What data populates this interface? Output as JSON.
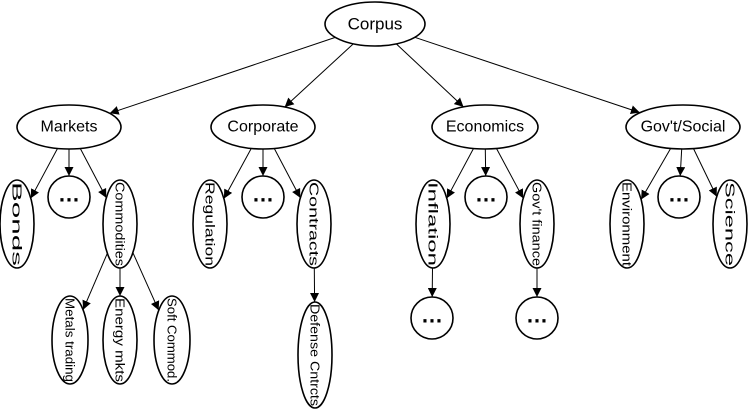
{
  "diagram": {
    "root": "Corpus",
    "categories": [
      {
        "label": "Markets",
        "children": [
          {
            "label": "Bonds"
          },
          {
            "label": "…"
          },
          {
            "label": "Commodities",
            "children": [
              {
                "label": "Metals trading"
              },
              {
                "label": "Energy mkts"
              },
              {
                "label": "Soft Commod."
              }
            ]
          }
        ]
      },
      {
        "label": "Corporate",
        "children": [
          {
            "label": "Regulation"
          },
          {
            "label": "…"
          },
          {
            "label": "Contracts",
            "children": [
              {
                "label": "Defense Cntrcts"
              }
            ]
          }
        ]
      },
      {
        "label": "Economics",
        "children": [
          {
            "label": "Inflation",
            "children": [
              {
                "label": "…"
              }
            ]
          },
          {
            "label": "…"
          },
          {
            "label": "Gov't finance",
            "children": [
              {
                "label": "…"
              }
            ]
          }
        ]
      },
      {
        "label": "Gov't/Social",
        "children": [
          {
            "label": "Environment"
          },
          {
            "label": "…"
          },
          {
            "label": "Science"
          }
        ]
      }
    ]
  },
  "colors": {
    "stroke": "#000000",
    "fill": "#ffffff"
  }
}
